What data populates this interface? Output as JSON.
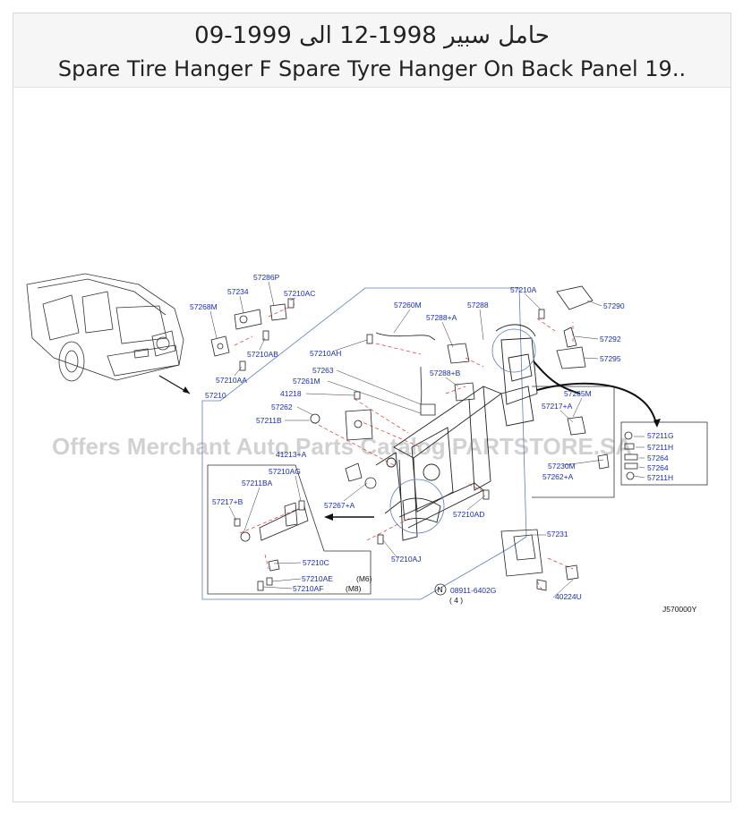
{
  "header": {
    "title_ar": "حامل سبير 1998-12 الى 1999-09",
    "title_en": "Spare Tire Hanger F Spare Tyre Hanger On Back Panel 19.."
  },
  "watermark": "Offers Merchant Auto Parts Catalog PARTSTORE.SA",
  "diagram": {
    "code": "J570000Y",
    "labels": {
      "p57286P": "57286P",
      "p57234": "57234",
      "p57210AC": "57210AC",
      "p57268M": "57268M",
      "p57210AB": "57210AB",
      "p57210AA": "57210AA",
      "p57210": "57210",
      "p57260M": "57260M",
      "p57288A": "57288+A",
      "p57288": "57288",
      "p57210A": "57210A",
      "p57290": "57290",
      "p57292": "57292",
      "p57295": "57295",
      "p57210AH": "57210AH",
      "p57263": "57263",
      "p57261M": "57261M",
      "p57288B": "57288+B",
      "p41218": "41218",
      "p57262": "57262",
      "p57211B": "57211B",
      "p41213": "41213+A",
      "p57265M": "57265M",
      "p57217A": "57217+A",
      "p57211G": "57211G",
      "p57211H_top": "57211H",
      "p57264a": "57264",
      "p57264b": "57264",
      "p57211H": "57211H",
      "p57230M": "57230M",
      "p57262A": "57262+A",
      "p57210AG": "57210AG",
      "p57211BA": "57211BA",
      "p57217B": "57217+B",
      "p57267A": "57267+A",
      "p57210AD": "57210AD",
      "p57231": "57231",
      "p57210AJ": "57210AJ",
      "p57210C": "57210C",
      "p57210AE": "57210AE",
      "p57210AF": "57210AF",
      "m6": "(M6)",
      "m8": "(M8)",
      "p08911": "08911-6402G",
      "qty": "( 4 )",
      "n_mark": "N",
      "p40224U": "40224U"
    }
  }
}
